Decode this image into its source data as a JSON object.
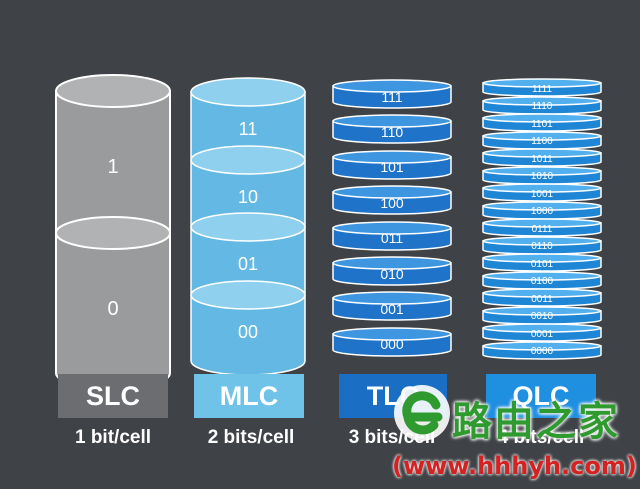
{
  "columns": [
    {
      "id": "slc",
      "badge": "SLC",
      "caption": "1 bit/cell",
      "badge_color": "#6b6d70",
      "fill_color": "#9a9b9d",
      "top_color": "#b1b2b4",
      "cells": [
        "1",
        "0"
      ]
    },
    {
      "id": "mlc",
      "badge": "MLC",
      "caption": "2 bits/cell",
      "badge_color": "#6fc2e8",
      "fill_color": "#63b9e4",
      "top_color": "#8fd0ef",
      "cells": [
        "11",
        "10",
        "01",
        "00"
      ]
    },
    {
      "id": "tlc",
      "badge": "TLC",
      "caption": "3 bits/cell",
      "badge_color": "#1a6fc4",
      "fill_color": "#1f74c9",
      "top_color": "#3e95e0",
      "cells": [
        "111",
        "110",
        "101",
        "100",
        "011",
        "010",
        "001",
        "000"
      ]
    },
    {
      "id": "qlc",
      "badge": "QLC",
      "caption": "4 bits/cell",
      "badge_color": "#1f8fe0",
      "fill_color": "#1f86d6",
      "top_color": "#52b0ef",
      "cells": [
        "1111",
        "1110",
        "1101",
        "1100",
        "1011",
        "1010",
        "1001",
        "1000",
        "0111",
        "0110",
        "0101",
        "0100",
        "0011",
        "0010",
        "0001",
        "0000"
      ]
    }
  ],
  "watermark": {
    "logo_icon": "route-e-logo-icon",
    "text": "路由之家",
    "url": "(www.hhhyh.com)"
  }
}
